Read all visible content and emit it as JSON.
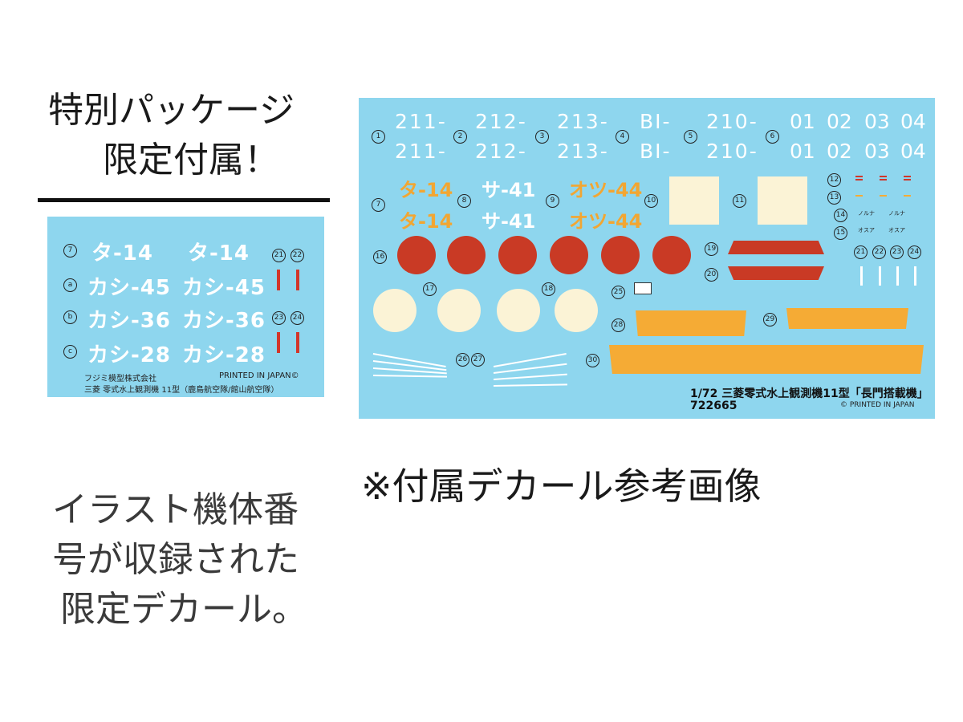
{
  "left_panel": {
    "headline_line1": "特別パッケージ",
    "headline_line2": "限定付属！",
    "description_line1": "イラスト機体番",
    "description_line2": "号が収録された",
    "description_line3": "限定デカール。"
  },
  "small_sheet": {
    "markers": [
      "⑦",
      "ⓐ",
      "ⓑ",
      "ⓒ"
    ],
    "codes": [
      "タ-14",
      "カシ-45",
      "カシ-36",
      "カシ-28"
    ],
    "side_numbers": [
      "21",
      "22",
      "23",
      "24"
    ],
    "maker": "フジミ模型株式会社",
    "printed": "PRINTED IN JAPAN©",
    "product": "三菱 零式水上観測機 11型（鹿島航空隊/館山航空隊）"
  },
  "large_sheet": {
    "numbers": [
      "1",
      "2",
      "3",
      "4",
      "5",
      "6",
      "7",
      "8",
      "9",
      "10",
      "11",
      "12",
      "13",
      "14",
      "15",
      "16",
      "17",
      "18",
      "19",
      "20",
      "21",
      "22",
      "23",
      "24",
      "25",
      "26",
      "27",
      "28",
      "29",
      "30"
    ],
    "regs": [
      "211-",
      "212-",
      "213-",
      "BI-",
      "210-"
    ],
    "small_regs": [
      "01",
      "02",
      "03",
      "04"
    ],
    "orange_codes": [
      "タ-14",
      "オツ-44"
    ],
    "white_codes": [
      "サ-41"
    ],
    "tiny_labels": [
      "ノルナ",
      "ノルナ",
      "オスア",
      "オスア"
    ],
    "caption": "1/72  三菱零式水上観測機11型「長門搭載機」",
    "code": "722665",
    "printed": "© PRINTED IN JAPAN"
  },
  "reference_note": "※付属デカール参考画像",
  "colors": {
    "sheet_blue": "#8ed6ee",
    "hinomaru_red": "#c93a25",
    "cream": "#fbf3d6",
    "orange": "#f5ab35"
  }
}
